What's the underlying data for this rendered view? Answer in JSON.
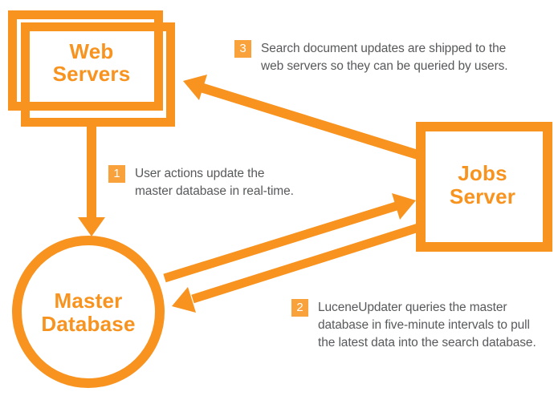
{
  "title": "Search architecture diagram",
  "colors": {
    "orange": "#F7931E",
    "badge": "#F9A13B",
    "text": "#58595B",
    "bg": "#FFFFFF"
  },
  "nodes": {
    "web_servers": {
      "label": "Web Servers",
      "shape": "stacked-rectangles"
    },
    "jobs_server": {
      "label": "Jobs Server",
      "shape": "square"
    },
    "master_database": {
      "label": "Master Database",
      "shape": "circle"
    }
  },
  "annotations": [
    {
      "number": "1",
      "lines": [
        "User actions update the",
        "master database in real-time."
      ]
    },
    {
      "number": "2",
      "lines": [
        "LuceneUpdater queries the master",
        "database in five-minute intervals to pull",
        "the latest data into the search database."
      ]
    },
    {
      "number": "3",
      "lines": [
        "Search document updates are shipped to the",
        "web servers so they can be queried by users."
      ]
    }
  ],
  "connections": [
    {
      "from": "Web Servers",
      "to": "Master Database",
      "annotation": "1"
    },
    {
      "from": "Master Database",
      "to": "Jobs Server",
      "annotation": "2"
    },
    {
      "from": "Jobs Server",
      "to": "Master Database",
      "annotation": "2"
    },
    {
      "from": "Jobs Server",
      "to": "Web Servers",
      "annotation": "3"
    }
  ]
}
